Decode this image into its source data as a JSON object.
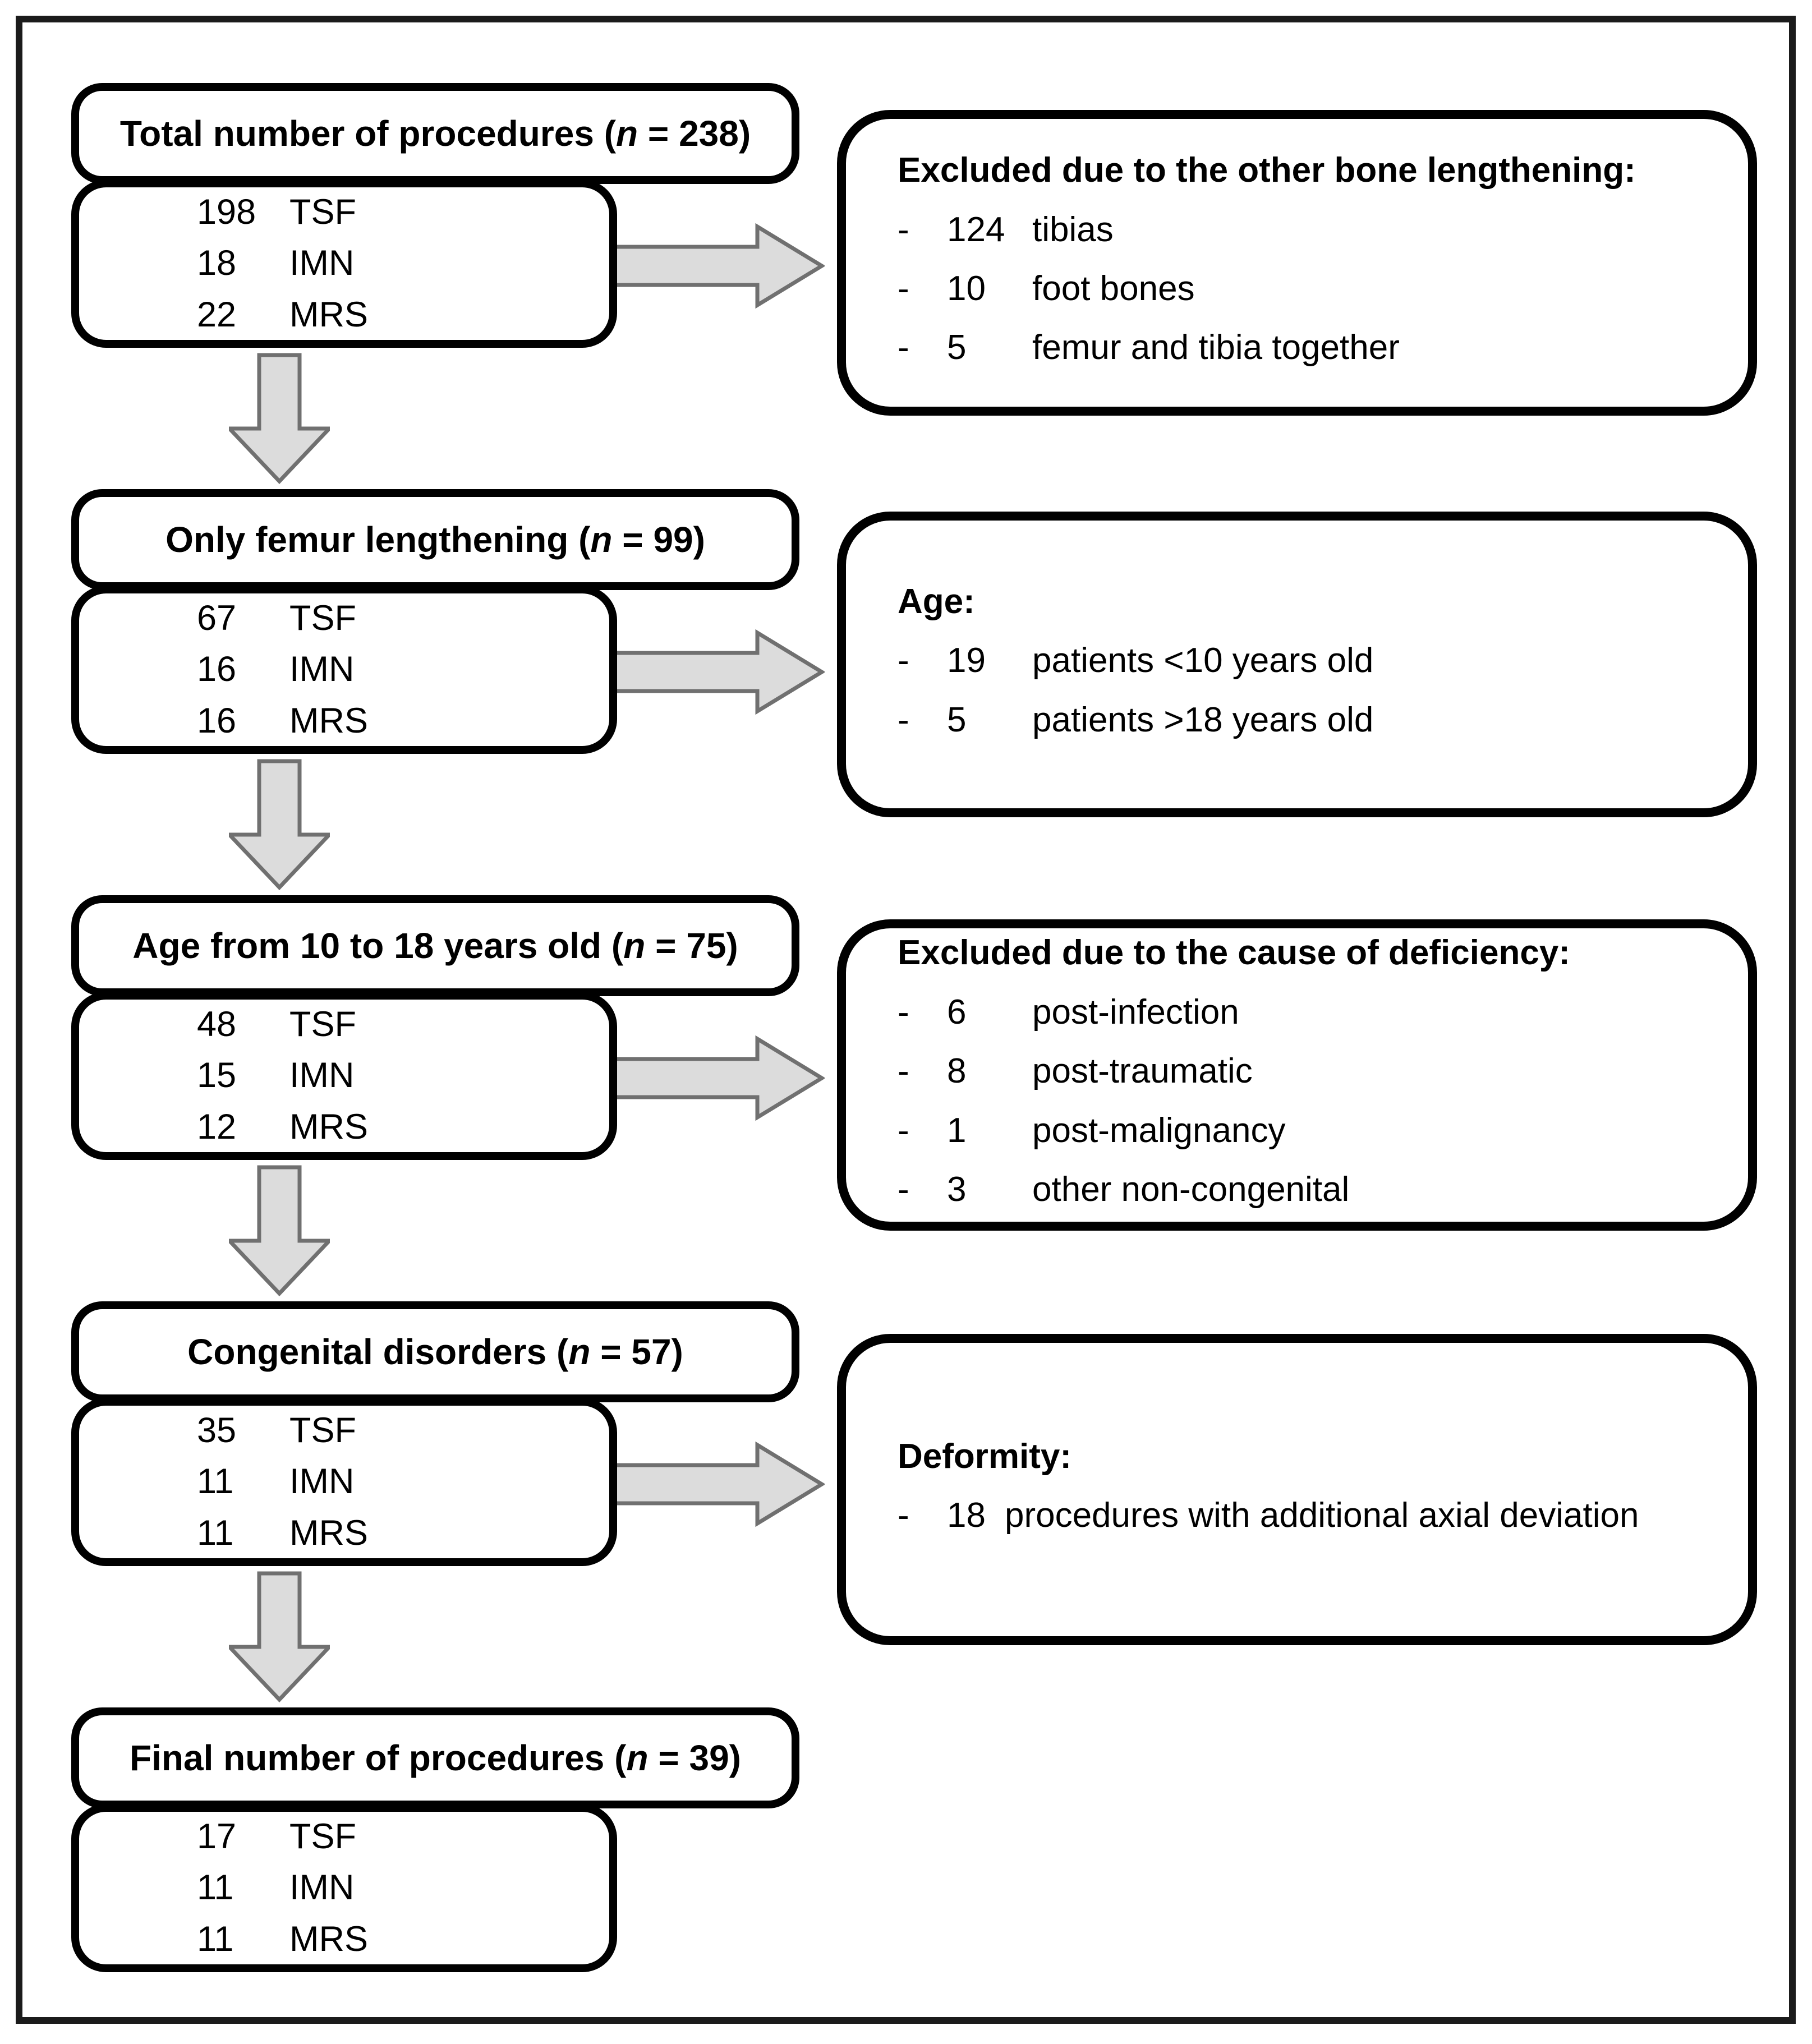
{
  "figure": {
    "rows": [
      {
        "title_prefix": "Total number of procedures (",
        "title_n": "n",
        "title_suffix": " = 238)",
        "stats": [
          {
            "num": "198",
            "label": "TSF"
          },
          {
            "num": "18",
            "label": "IMN"
          },
          {
            "num": "22",
            "label": "MRS"
          }
        ]
      },
      {
        "title_prefix": "Only femur lengthening (",
        "title_n": "n",
        "title_suffix": " = 99)",
        "stats": [
          {
            "num": "67",
            "label": "TSF"
          },
          {
            "num": "16",
            "label": "IMN"
          },
          {
            "num": "16",
            "label": "MRS"
          }
        ]
      },
      {
        "title_prefix": "Age from 10 to 18 years old (",
        "title_n": "n",
        "title_suffix": " = 75)",
        "stats": [
          {
            "num": "48",
            "label": "TSF"
          },
          {
            "num": "15",
            "label": "IMN"
          },
          {
            "num": "12",
            "label": "MRS"
          }
        ]
      },
      {
        "title_prefix": "Congenital disorders (",
        "title_n": "n",
        "title_suffix": " = 57)",
        "stats": [
          {
            "num": "35",
            "label": "TSF"
          },
          {
            "num": "11",
            "label": "IMN"
          },
          {
            "num": "11",
            "label": "MRS"
          }
        ]
      },
      {
        "title_prefix": "Final number of procedures (",
        "title_n": "n",
        "title_suffix": " = 39)",
        "stats": [
          {
            "num": "17",
            "label": "TSF"
          },
          {
            "num": "11",
            "label": "IMN"
          },
          {
            "num": "11",
            "label": "MRS"
          }
        ]
      }
    ],
    "side_boxes": [
      {
        "heading": "Excluded due to the other bone lengthening:",
        "items": [
          {
            "dash": "-",
            "num": "124",
            "text": "tibias"
          },
          {
            "dash": "-",
            "num": "10",
            "text": "foot bones"
          },
          {
            "dash": "-",
            "num": "5",
            "text": "femur and tibia together"
          }
        ]
      },
      {
        "heading": "Age:",
        "items": [
          {
            "dash": "-",
            "num": "19",
            "text": "patients <10 years old"
          },
          {
            "dash": "-",
            "num": "5",
            "text": "patients >18 years old"
          }
        ]
      },
      {
        "heading": "Excluded due to the cause of deficiency:",
        "items": [
          {
            "dash": "-",
            "num": "6",
            "text": "post-infection"
          },
          {
            "dash": "-",
            "num": "8",
            "text": "post-traumatic"
          },
          {
            "dash": "-",
            "num": "1",
            "text": "post-malignancy"
          },
          {
            "dash": "-",
            "num": "3",
            "text": "other non-congenital"
          }
        ]
      },
      {
        "heading": "Deformity:",
        "items": [
          {
            "dash": "-",
            "num": "18",
            "text": "procedures with additional axial deviation"
          }
        ]
      }
    ]
  }
}
